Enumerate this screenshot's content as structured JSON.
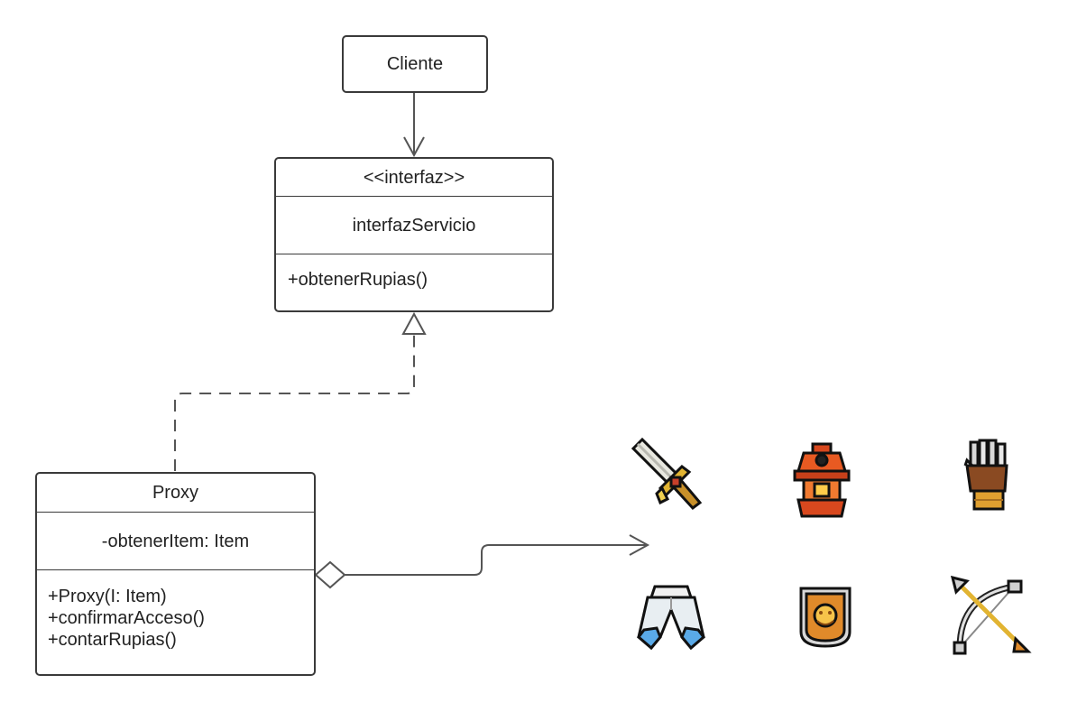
{
  "client": {
    "label": "Cliente"
  },
  "interface": {
    "stereotype": "<<interfaz>>",
    "name": "interfazServicio",
    "methods": [
      "+obtenerRupias()"
    ]
  },
  "proxy": {
    "name": "Proxy",
    "attribute": "-obtenerItem: Item",
    "methods": [
      "+Proxy(I: Item)",
      "+confirmarAcceso()",
      "+contarRupias()"
    ]
  },
  "items": [
    {
      "icon": "sword-icon"
    },
    {
      "icon": "lantern-icon"
    },
    {
      "icon": "gauntlet-icon"
    },
    {
      "icon": "cape-icon"
    },
    {
      "icon": "shield-icon"
    },
    {
      "icon": "bow-icon"
    }
  ]
}
